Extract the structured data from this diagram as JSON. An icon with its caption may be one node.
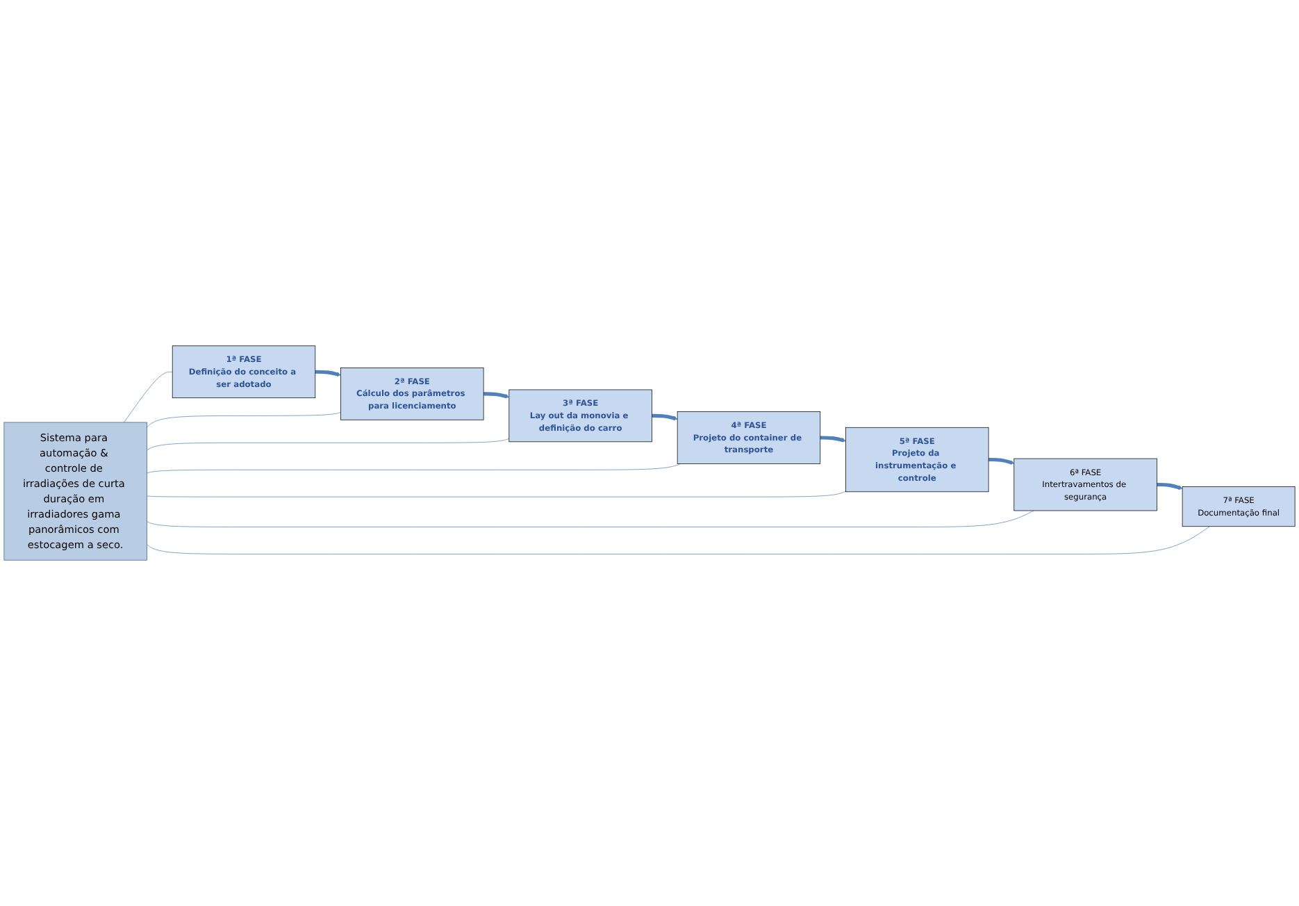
{
  "diagram": {
    "nodes": [
      {
        "text": [
          "Sistema para automação & controle de irradiações de curta duração em irradiadores gama panorâmicos com estocagem a seco."
        ]
      },
      {
        "text": [
          "1ª FASE",
          "Definição do conceito a ser adotado"
        ]
      },
      {
        "text": [
          "2ª FASE",
          "Cálculo dos parâmetros para licenciamento"
        ]
      },
      {
        "text": [
          "3ª FASE",
          "Lay out da monovia e definição do carro"
        ]
      },
      {
        "text": [
          "4ª FASE",
          "Projeto do container de transporte"
        ]
      },
      {
        "text": [
          "5ª FASE",
          "Projeto da instrumentação e controle"
        ]
      },
      {
        "text": [
          "6ª FASE",
          "Intertravamentos de segurança"
        ]
      },
      {
        "text": [
          "7ª FASE",
          "Documentação final"
        ]
      }
    ],
    "edges": [
      {
        "from": 1,
        "to": 2,
        "arrow": "to",
        "style": "thick"
      },
      {
        "from": 2,
        "to": 3,
        "arrow": "to",
        "style": "thick"
      },
      {
        "from": 3,
        "to": 4,
        "arrow": "to",
        "style": "thick"
      },
      {
        "from": 4,
        "to": 5,
        "arrow": "to",
        "style": "thick"
      },
      {
        "from": 5,
        "to": 6,
        "arrow": "to",
        "style": "thick"
      },
      {
        "from": 6,
        "to": 7,
        "arrow": "to",
        "style": "thick"
      },
      {
        "from": 0,
        "to": 1,
        "arrow": "none"
      },
      {
        "from": 0,
        "to": 2,
        "arrow": "none"
      },
      {
        "from": 0,
        "to": 3,
        "arrow": "none"
      },
      {
        "from": 0,
        "to": 4,
        "arrow": "none"
      },
      {
        "from": 0,
        "to": 5,
        "arrow": "none"
      },
      {
        "from": 0,
        "to": 6,
        "arrow": "none"
      },
      {
        "from": 0,
        "to": 7,
        "arrow": "none"
      }
    ]
  }
}
